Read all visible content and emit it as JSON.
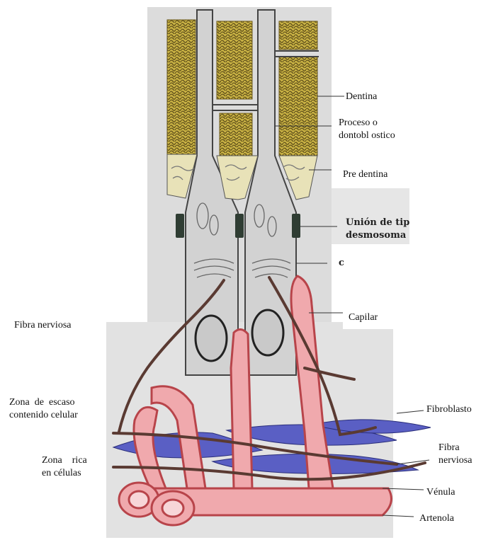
{
  "labels": {
    "dentina": "Dentina",
    "proceso_line1": "Proceso o",
    "proceso_line2": "dontobl ostico",
    "predentina": "Pre dentina",
    "union_line1": "Unión de tip",
    "union_line2": "desmosoma",
    "fragment": "c",
    "capilar": "Capilar",
    "fibra_nerviosa_left": "Fibra nerviosa",
    "zona_escaso_line1": "Zona  de  escaso",
    "zona_escaso_line2": "contenido celular",
    "fibroblasto": "Fibroblasto",
    "zona_rica_line1": "Zona    rica",
    "zona_rica_line2": "en células",
    "fibra_nerviosa_right_line1": "Fibra",
    "fibra_nerviosa_right_line2": "nerviosa",
    "venula": "Vénula",
    "artenola": "Artenola"
  },
  "colors": {
    "dentin": "#c7b043",
    "dentin_dark": "#6b5a1d",
    "cell_gray": "#d8d8d8",
    "outline": "#444444",
    "vessel_fill": "#f0a9ad",
    "vessel_edge": "#b8444a",
    "nerve": "#5a3a32",
    "fibroblast": "#5a5fc4",
    "junction": "#2f3d33"
  }
}
